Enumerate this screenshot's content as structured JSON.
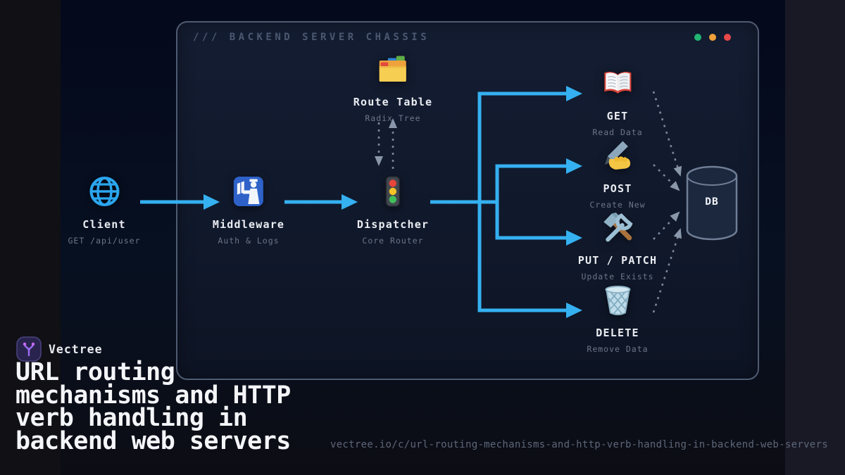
{
  "brand": {
    "name": "Vectree",
    "logo_icon": "vectree-branch-icon"
  },
  "title_lines": [
    "URL routing",
    "mechanisms and HTTP",
    "verb handling in",
    "backend web servers"
  ],
  "footer_url": "vectree.io/c/url-routing-mechanisms-and-http-verb-handling-in-backend-web-servers",
  "chassis": {
    "header": "/// BACKEND SERVER CHASSIS",
    "window_dot_colors": [
      "#22b573",
      "#f0a13a",
      "#e8484a"
    ]
  },
  "nodes": {
    "client": {
      "label": "Client",
      "sub": "GET /api/user",
      "icon": "globe-icon"
    },
    "middleware": {
      "label": "Middleware",
      "sub": "Auth & Logs",
      "icon": "passport-control-icon"
    },
    "dispatcher": {
      "label": "Dispatcher",
      "sub": "Core Router",
      "icon": "traffic-light-icon"
    },
    "route_table": {
      "label": "Route Table",
      "sub": "Radix Tree",
      "icon": "card-index-dividers-icon"
    },
    "get": {
      "label": "GET",
      "sub": "Read Data",
      "icon": "open-book-icon"
    },
    "post": {
      "label": "POST",
      "sub": "Create New",
      "icon": "writing-hand-icon"
    },
    "put_patch": {
      "label": "PUT / PATCH",
      "sub": "Update Exists",
      "icon": "hammer-wrench-icon"
    },
    "delete": {
      "label": "DELETE",
      "sub": "Remove Data",
      "icon": "wastebasket-icon"
    },
    "db": {
      "label": "DB",
      "icon": "database-cylinder-icon"
    }
  },
  "colors": {
    "arrow_blue": "#35b1f1",
    "dashed_slate": "#7a8699",
    "chassis_border": "#4f5b72",
    "background_navy": "#04091b",
    "label_white": "#eaedf2",
    "sub_gray": "#6c7689"
  }
}
